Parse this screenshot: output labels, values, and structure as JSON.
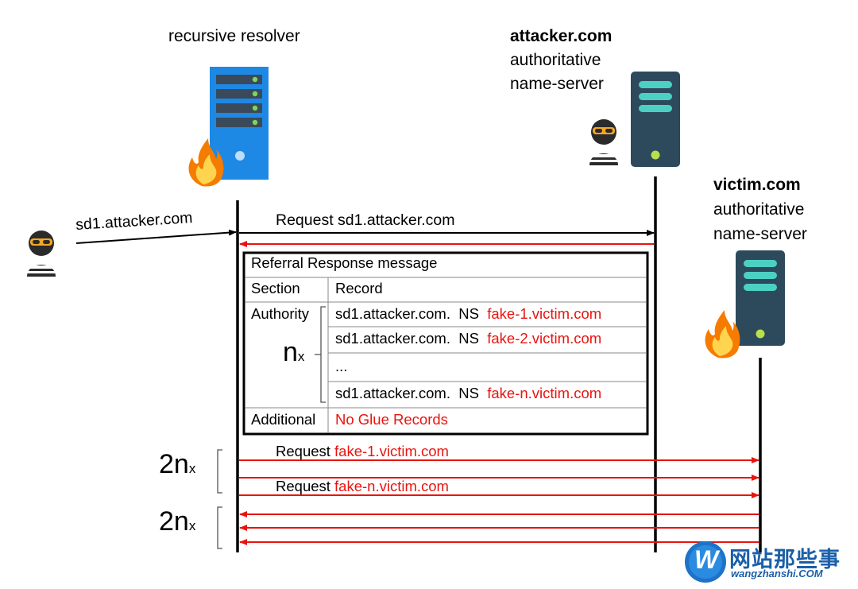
{
  "actors": {
    "resolver_label": "recursive resolver",
    "attacker_ns": {
      "domain": "attacker.com",
      "line1": "authoritative",
      "line2": "name-server"
    },
    "victim_ns": {
      "domain": "victim.com",
      "line1": "authoritative",
      "line2": "name-server"
    }
  },
  "messages": {
    "client_query": "sd1.attacker.com",
    "request_attacker": "Request sd1.attacker.com",
    "request_prefix": "Request",
    "request_fake_1": "fake-1.victim.com",
    "request_fake_n": "fake-n.victim.com"
  },
  "referral": {
    "title": "Referral Response message",
    "col_section": "Section",
    "col_record": "Record",
    "authority_label": "Authority",
    "nx_main": "n",
    "nx_sub": "x",
    "rows": [
      {
        "name": "sd1.attacker.com.",
        "type": "NS",
        "target": "fake-1.victim.com"
      },
      {
        "name": "sd1.attacker.com.",
        "type": "NS",
        "target": "fake-2.victim.com"
      },
      {
        "name": "...",
        "type": "",
        "target": ""
      },
      {
        "name": "sd1.attacker.com.",
        "type": "NS",
        "target": "fake-n.victim.com"
      }
    ],
    "additional_label": "Additional",
    "additional_value": "No Glue Records"
  },
  "counts": {
    "upper_main": "2n",
    "upper_sub": "x",
    "lower_main": "2n",
    "lower_sub": "x"
  },
  "watermark": {
    "brand": "网站那些事",
    "domain": "wangzhanshi.COM",
    "logo_letter": "W"
  },
  "colors": {
    "red": "#e8140f",
    "server_blue": "#1e88e5",
    "server_dark": "#2d4a5c",
    "server_teal": "#4dd0c4",
    "mask_orange": "#f5a623"
  }
}
